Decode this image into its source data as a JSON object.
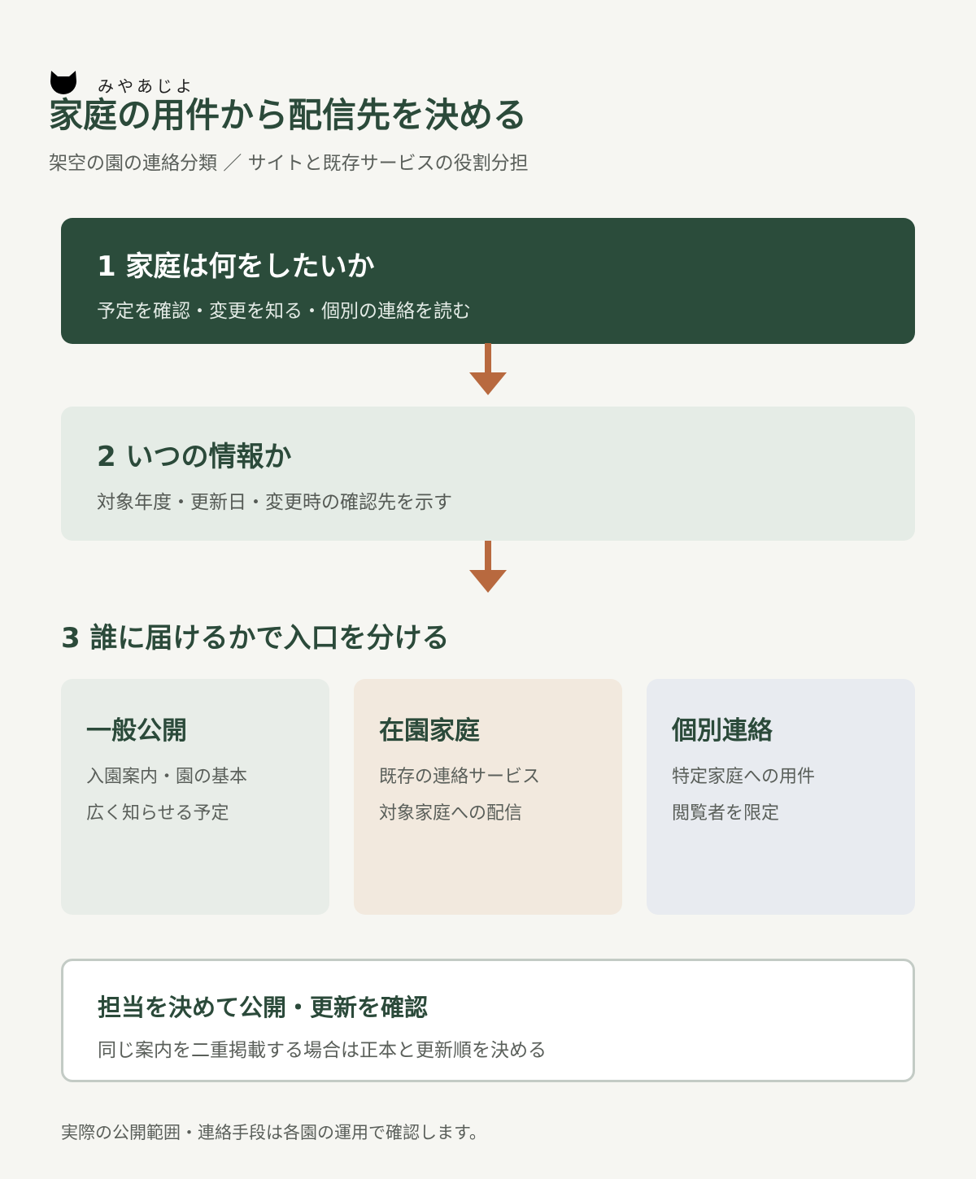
{
  "header": {
    "logo_text": "みやあじよ",
    "title": "家庭の用件から配信先を決める",
    "subtitle": "架空の園の連絡分類 ／ サイトと既存サービスの役割分担"
  },
  "steps": [
    {
      "title": "1 家庭は何をしたいか",
      "desc": "予定を確認・変更を知る・個別の連絡を読む"
    },
    {
      "title": "2 いつの情報か",
      "desc": "対象年度・更新日・変更時の確認先を示す"
    }
  ],
  "section3": {
    "title": "3 誰に届けるかで入口を分ける",
    "cards": [
      {
        "title": "一般公開",
        "lines": [
          "入園案内・園の基本",
          "広く知らせる予定"
        ]
      },
      {
        "title": "在園家庭",
        "lines": [
          "既存の連絡サービス",
          "対象家庭への配信"
        ]
      },
      {
        "title": "個別連絡",
        "lines": [
          "特定家庭への用件",
          "閲覧者を限定"
        ]
      }
    ]
  },
  "note": {
    "title": "担当を決めて公開・更新を確認",
    "desc": "同じ案内を二重掲載する場合は正本と更新順を決める"
  },
  "footer": "実際の公開範囲・連絡手段は各園の運用で確認します。",
  "colors": {
    "primary_green": "#2b4c3b",
    "arrow": "#b8693f",
    "card_public": "#e8ede8",
    "card_family": "#f2e9de",
    "card_individual": "#e8ebf0"
  }
}
